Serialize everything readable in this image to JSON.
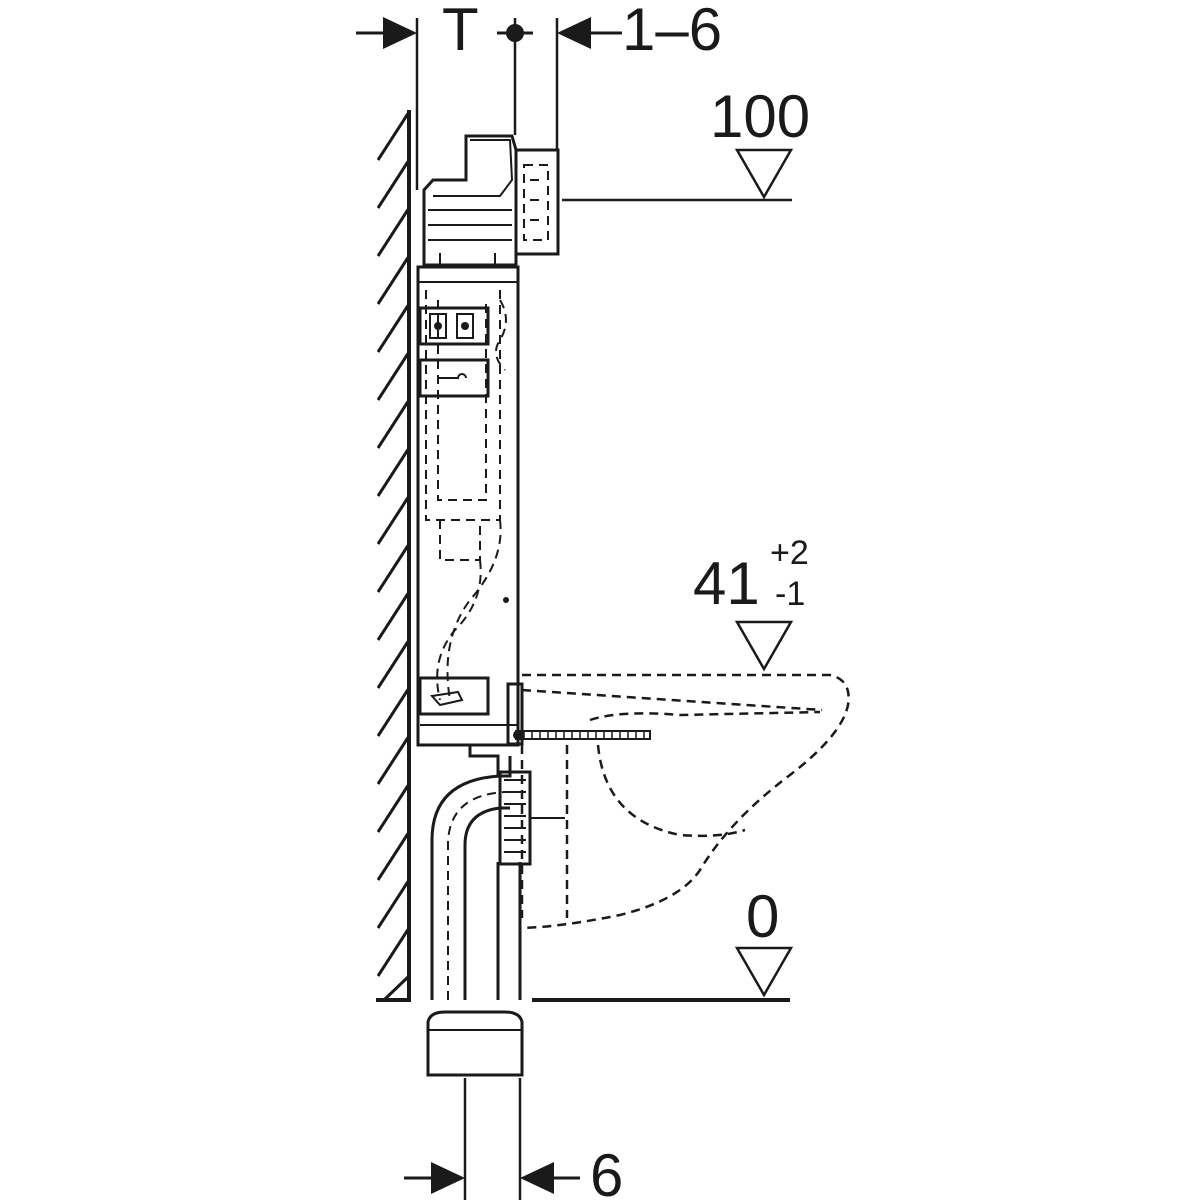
{
  "dimensions": {
    "top_left": "T",
    "top_right": "1–6",
    "bottom": "6"
  },
  "levels": {
    "flush_height": "100",
    "seat_height": "41",
    "seat_tol_plus": "+2",
    "seat_tol_minus": "-1",
    "floor": "0"
  },
  "colors": {
    "ink": "#1a1a1a",
    "paper": "#ffffff"
  }
}
